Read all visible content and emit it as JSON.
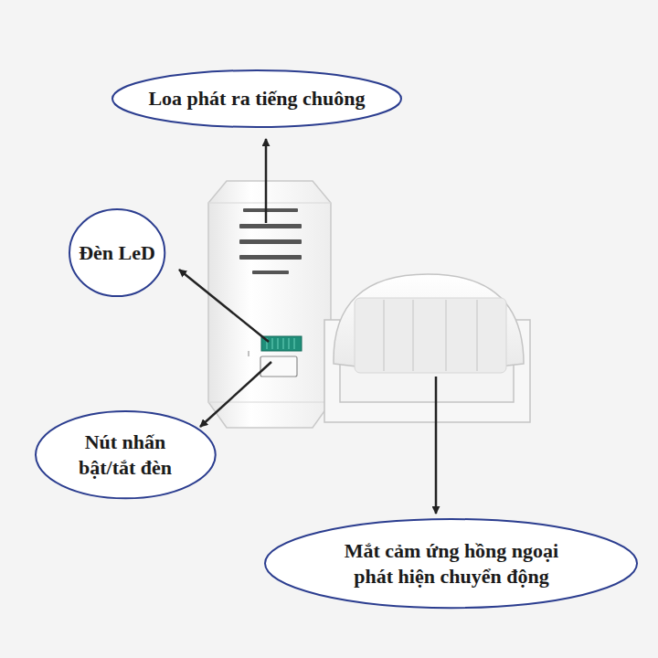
{
  "diagram": {
    "nodes": [
      {
        "text": [
          "Loa phát ra tiếng chuông"
        ]
      },
      {
        "text": [
          "Đèn LeD"
        ]
      },
      {
        "text": [
          "Nút nhấn bật/tắt đèn"
        ]
      },
      {
        "text": [
          "Mắt cảm ứng hồng ngoại phát hiện chuyển động"
        ]
      }
    ]
  }
}
